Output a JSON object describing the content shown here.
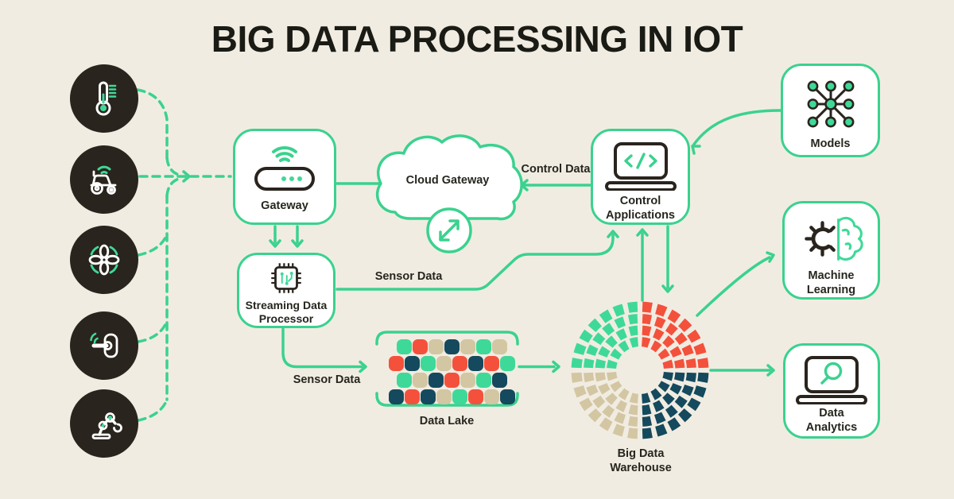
{
  "title": "BIG DATA PROCESSING IN IOT",
  "colors": {
    "bg": "#f1ece2",
    "green": "#3ad28e",
    "mint": "#3ed998",
    "red": "#f4513c",
    "navy": "#15495d",
    "tan": "#d3c6a2",
    "dark": "#2a241e",
    "ink": "#21211c"
  },
  "devices": [
    {
      "name": "temperature-sensor",
      "icon": "thermometer-icon"
    },
    {
      "name": "connected-vehicle",
      "icon": "tractor-icon"
    },
    {
      "name": "smart-fan",
      "icon": "fan-icon"
    },
    {
      "name": "smart-door-lock",
      "icon": "door-handle-icon"
    },
    {
      "name": "robot-arm",
      "icon": "robot-arm-icon"
    }
  ],
  "nodes": {
    "gateway": {
      "label": "Gateway",
      "icon": "wifi-router-icon"
    },
    "cloud_gateway": {
      "label": "Cloud Gateway",
      "icon": "cloud-transfer-icon"
    },
    "control_applications": {
      "line1": "Control",
      "line2": "Applications",
      "icon": "laptop-code-icon"
    },
    "models": {
      "label": "Models",
      "icon": "network-nodes-icon"
    },
    "machine_learning": {
      "line1": "Machine",
      "line2": "Learning",
      "icon": "gear-brain-icon"
    },
    "data_analytics": {
      "line1": "Data",
      "line2": "Analytics",
      "icon": "laptop-search-icon"
    },
    "streaming_data_processor": {
      "line1": "Streaming Data",
      "line2": "Processor",
      "icon": "chip-icon"
    },
    "data_lake": {
      "label": "Data Lake"
    },
    "big_data_warehouse": {
      "line1": "Big Data",
      "line2": "Warehouse"
    }
  },
  "edges": {
    "control_data": "Control Data",
    "sensor_data_upper": "Sensor Data",
    "sensor_data_lower": "Sensor Data"
  },
  "data_lake": {
    "rows": [
      [
        "mint",
        "red",
        "tan",
        "navy",
        "tan",
        "mint",
        "tan"
      ],
      [
        "red",
        "navy",
        "mint",
        "tan",
        "red",
        "navy",
        "red",
        "mint"
      ],
      [
        "mint",
        "tan",
        "navy",
        "red",
        "tan",
        "mint",
        "navy"
      ],
      [
        "navy",
        "red",
        "navy",
        "tan",
        "mint",
        "red",
        "tan",
        "navy"
      ]
    ]
  },
  "warehouse": {
    "cells_per_ring": [
      4,
      5,
      6,
      7
    ],
    "quadrants": [
      {
        "position": "top-left",
        "color": "mint"
      },
      {
        "position": "top-right",
        "color": "red"
      },
      {
        "position": "bottom-right",
        "color": "navy"
      },
      {
        "position": "bottom-left",
        "color": "tan"
      }
    ]
  }
}
